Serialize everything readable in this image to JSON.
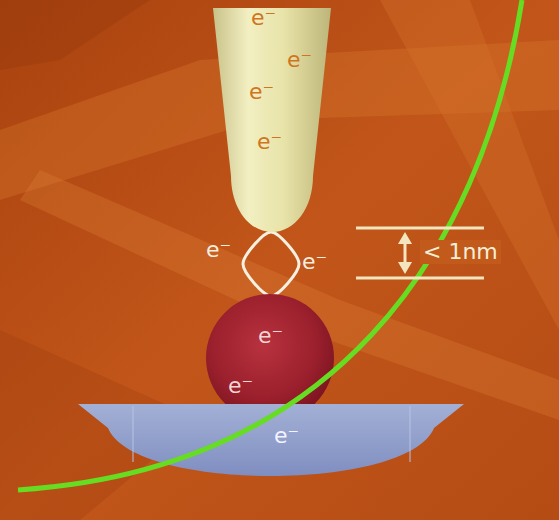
{
  "diagram": {
    "nodes": [
      {
        "text": [
          "e⁻",
          "e⁻",
          "e⁻",
          "e⁻"
        ]
      },
      {
        "text": [
          "e⁻",
          "e⁻"
        ]
      },
      {
        "text": [
          "e⁻"
        ]
      }
    ],
    "edges": [
      {
        "from": 0,
        "to": 1,
        "arrow": "none"
      }
    ],
    "labels": [
      "e⁻",
      "e⁻",
      "< 1nm"
    ]
  }
}
